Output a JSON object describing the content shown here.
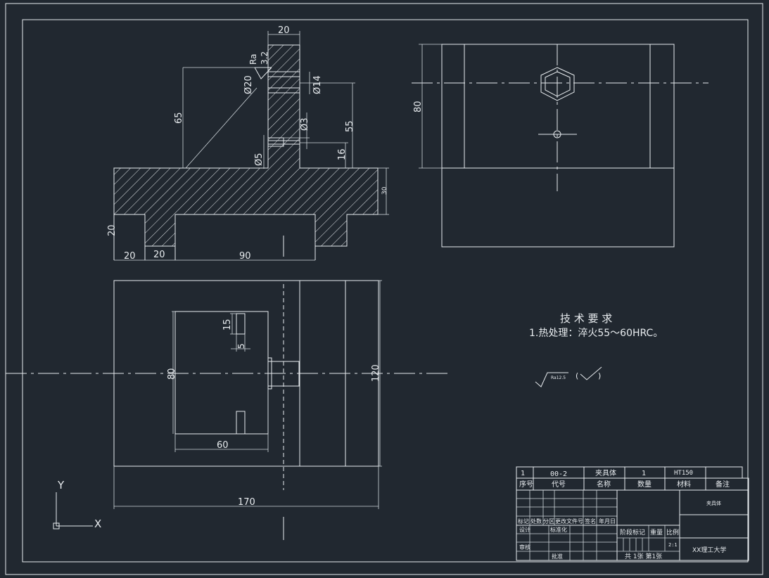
{
  "drawing": {
    "background_color": "#212830",
    "line_color": "#e8ecef",
    "front_view": {
      "dims": {
        "top_width": "20",
        "roughness_label": "Ra",
        "roughness_value": "3.2",
        "dia20": "Ø20",
        "dia14": "Ø14",
        "height65": "65",
        "height55": "55",
        "dia3": "Ø3",
        "dia5": "Ø5",
        "height16": "16",
        "thick30": "30",
        "left20v": "20",
        "bottom20a": "20",
        "bottom20b": "20",
        "bottom90": "90"
      }
    },
    "side_view": {
      "dims": {
        "height80": "80"
      }
    },
    "top_view": {
      "dims": {
        "d15": "15",
        "d5": "5",
        "d80": "80",
        "d60": "60",
        "d120": "120",
        "d170": "170"
      }
    },
    "tech": {
      "title": "技 术 要 求",
      "item1": "1.热处理：淬火55～60HRC。",
      "ra_small": "Ra12.5",
      "paren_open": "(",
      "paren_close": ")"
    },
    "ucs": {
      "x_label": "X",
      "y_label": "Y"
    },
    "title_block": {
      "part_no": "1",
      "code": "00-2",
      "name": "夹具体",
      "qty": "1",
      "material": "HT150",
      "h_seq": "序号",
      "h_code": "代号",
      "h_name": "名称",
      "h_qty": "数量",
      "h_material": "材料",
      "h_note": "备注",
      "h_mark": "标记",
      "h_count": "处数",
      "h_zone": "分区",
      "h_change": "更改文件号",
      "h_sign": "签名",
      "h_date": "年月日",
      "h_design": "设计",
      "h_std": "标准化",
      "h_stage": "阶段标记",
      "h_weight": "重量",
      "h_scale": "比例",
      "h_review": "审核",
      "h_approve": "批准",
      "scale": "2:1",
      "sheets": "共  1张 第1张",
      "school": "XX理工大学",
      "drawing_name": "夹具体"
    }
  }
}
